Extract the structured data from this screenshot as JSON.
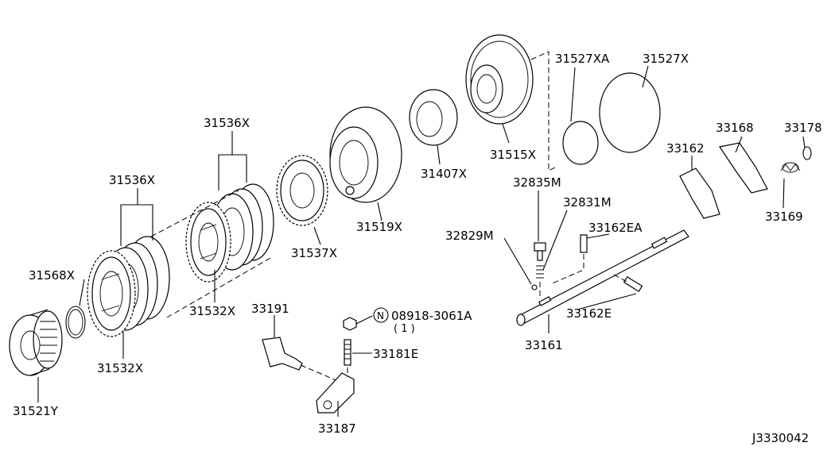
{
  "diagram_code": "J3330042",
  "labels": {
    "p31536x_upper": "31536X",
    "p31536x_lower": "31536X",
    "p31568x": "31568X",
    "p31532x_lower": "31532X",
    "p31532x_mid": "31532X",
    "p31521y": "31521Y",
    "p31537x": "31537X",
    "p31519x": "31519X",
    "p31407x": "31407X",
    "p31515x": "31515X",
    "p31527xa": "31527XA",
    "p31527x": "31527X",
    "p33168": "33168",
    "p33178": "33178",
    "p33162": "33162",
    "p33169": "33169",
    "p32835m": "32835M",
    "p32831m": "32831M",
    "p32829m": "32829M",
    "p33162ea": "33162EA",
    "p33162e": "33162E",
    "p33161": "33161",
    "p33191": "33191",
    "p33187": "33187",
    "p33181e": "33181E",
    "nut_symbol": "N",
    "nut_part": "08918-3061A",
    "nut_qty": "( 1 )"
  },
  "icons": [
    "clutch-plate-icon",
    "snap-ring-icon",
    "clutch-drum-icon",
    "piston-icon",
    "seal-ring-icon",
    "shift-fork-icon",
    "fork-rod-icon",
    "spring-icon",
    "bolt-icon",
    "lever-icon"
  ]
}
